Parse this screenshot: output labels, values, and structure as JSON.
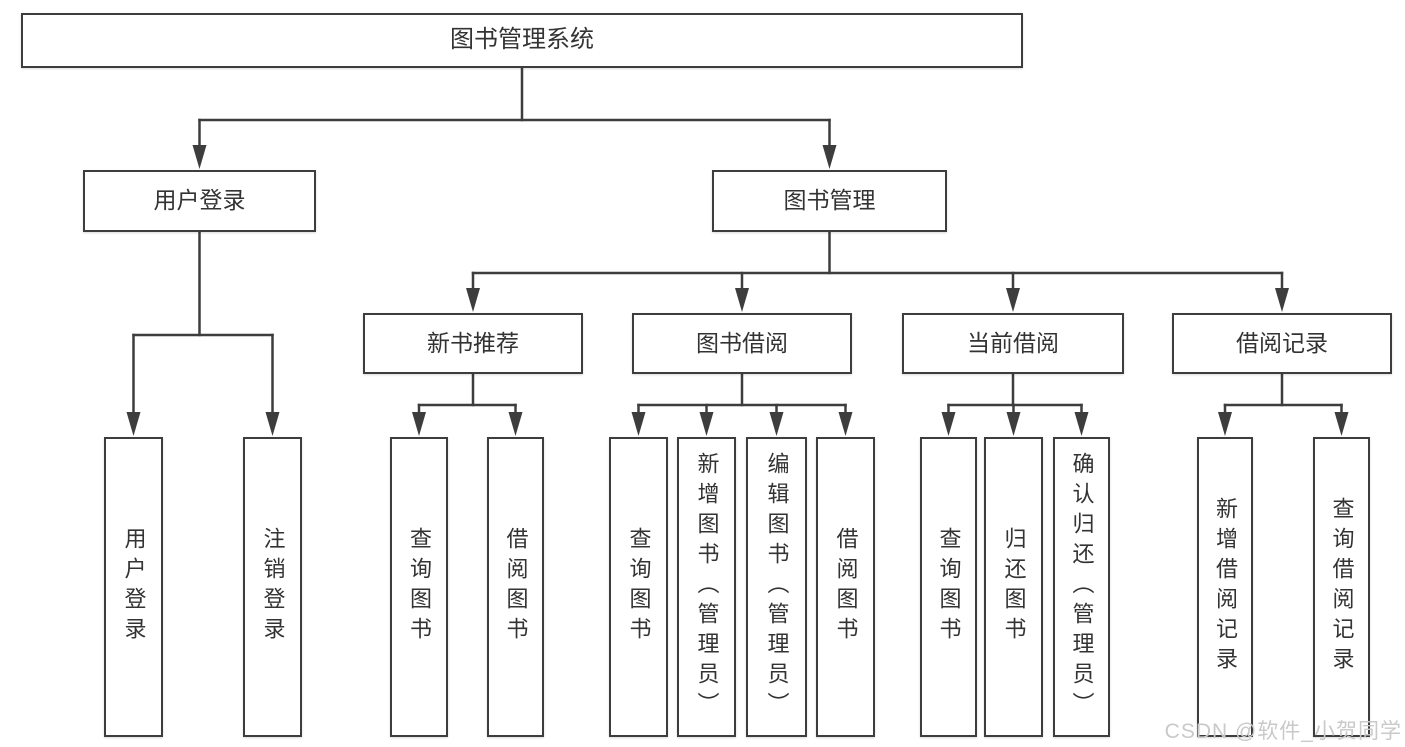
{
  "diagram": {
    "title_node": "root",
    "line_color": "#3d3d3d",
    "text_color": "#333333",
    "nodes": [
      {
        "id": "root",
        "label": "图书管理系统",
        "vertical": false
      },
      {
        "id": "user-login",
        "label": "用户登录",
        "vertical": false
      },
      {
        "id": "book-mgmt",
        "label": "图书管理",
        "vertical": false
      },
      {
        "id": "new-book",
        "label": "新书推荐",
        "vertical": false
      },
      {
        "id": "book-borrow",
        "label": "图书借阅",
        "vertical": false
      },
      {
        "id": "current-borrow",
        "label": "当前借阅",
        "vertical": false
      },
      {
        "id": "borrow-record",
        "label": "借阅记录",
        "vertical": false
      },
      {
        "id": "leaf-user-login",
        "label": "用户登录",
        "vertical": true
      },
      {
        "id": "leaf-logout",
        "label": "注销登录",
        "vertical": true
      },
      {
        "id": "leaf-nb-query",
        "label": "查询图书",
        "vertical": true
      },
      {
        "id": "leaf-nb-borrow",
        "label": "借阅图书",
        "vertical": true
      },
      {
        "id": "leaf-bb-query",
        "label": "查询图书",
        "vertical": true
      },
      {
        "id": "leaf-bb-add",
        "label": "新增图书（管理员）",
        "vertical": true
      },
      {
        "id": "leaf-bb-edit",
        "label": "编辑图书（管理员）",
        "vertical": true
      },
      {
        "id": "leaf-bb-borrow",
        "label": "借阅图书",
        "vertical": true
      },
      {
        "id": "leaf-cb-query",
        "label": "查询图书",
        "vertical": true
      },
      {
        "id": "leaf-cb-return",
        "label": "归还图书",
        "vertical": true
      },
      {
        "id": "leaf-cb-confirm",
        "label": "确认归还（管理员）",
        "vertical": true
      },
      {
        "id": "leaf-br-add",
        "label": "新增借阅记录",
        "vertical": true
      },
      {
        "id": "leaf-br-query",
        "label": "查询借阅记录",
        "vertical": true
      }
    ],
    "edges": [
      [
        "root",
        "user-login"
      ],
      [
        "root",
        "book-mgmt"
      ],
      [
        "user-login",
        "leaf-user-login"
      ],
      [
        "user-login",
        "leaf-logout"
      ],
      [
        "book-mgmt",
        "new-book"
      ],
      [
        "book-mgmt",
        "book-borrow"
      ],
      [
        "book-mgmt",
        "current-borrow"
      ],
      [
        "book-mgmt",
        "borrow-record"
      ],
      [
        "new-book",
        "leaf-nb-query"
      ],
      [
        "new-book",
        "leaf-nb-borrow"
      ],
      [
        "book-borrow",
        "leaf-bb-query"
      ],
      [
        "book-borrow",
        "leaf-bb-add"
      ],
      [
        "book-borrow",
        "leaf-bb-edit"
      ],
      [
        "book-borrow",
        "leaf-bb-borrow"
      ],
      [
        "current-borrow",
        "leaf-cb-query"
      ],
      [
        "current-borrow",
        "leaf-cb-return"
      ],
      [
        "current-borrow",
        "leaf-cb-confirm"
      ],
      [
        "borrow-record",
        "leaf-br-add"
      ],
      [
        "borrow-record",
        "leaf-br-query"
      ]
    ]
  },
  "watermark": {
    "text": "CSDN @软件_小贺同学",
    "color": "#c9c9c9"
  }
}
